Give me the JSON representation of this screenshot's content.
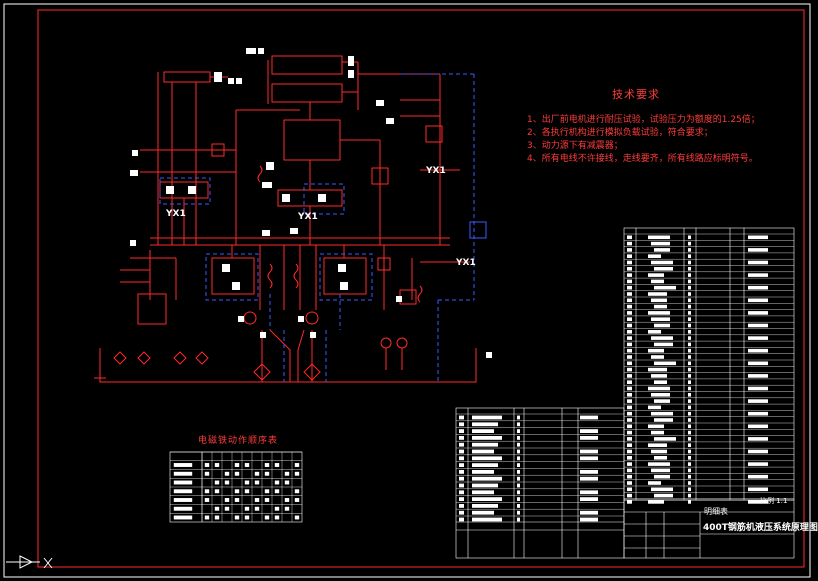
{
  "technical_requirements": {
    "title": "技术要求",
    "items": [
      "1、出厂前电机进行耐压试验，试验压力为额度的1.25倍；",
      "2、各执行机构进行模拟负载试验，符合要求；",
      "3、动力源下有减震器；",
      "4、所有电线不许接线，走线要齐，所有线路应标明符号。"
    ]
  },
  "sequence_table": {
    "title": "电磁铁动作顺序表"
  },
  "title_block": {
    "drawing_title": "400T钢筋机液压系统原理图",
    "list_title": "明细表",
    "ratio": "比例 1:1"
  },
  "symbols": {
    "x_marks": [
      "YX1",
      "YX1",
      "YX1",
      "YX1"
    ]
  },
  "colors": {
    "background": "#000000",
    "line_red": "#ff2a2a",
    "line_blue": "#3a5bff",
    "line_white": "#ffffff",
    "text_red": "#ff3b3b"
  }
}
